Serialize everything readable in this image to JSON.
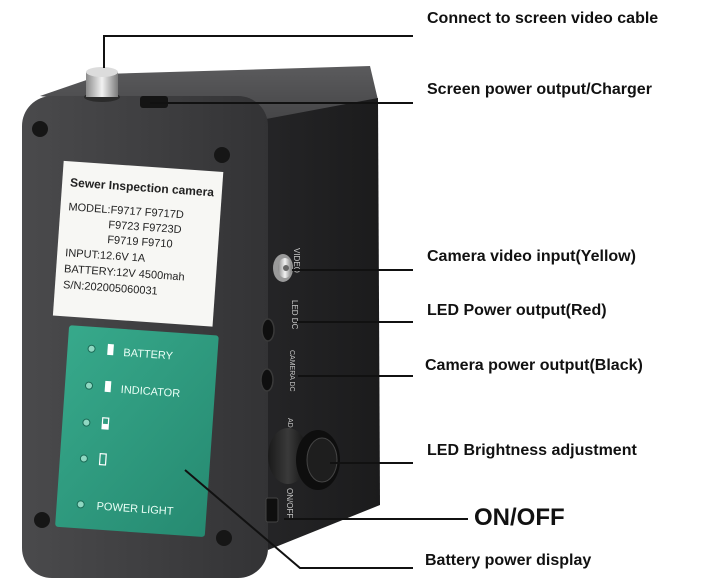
{
  "callouts": {
    "connect_video_cable": "Connect to screen video cable",
    "screen_power_output": "Screen power output/Charger",
    "camera_video_input": "Camera video input(Yellow)",
    "led_power_output": "LED Power output(Red)",
    "camera_power_output": "Camera power output(Black)",
    "led_brightness": "LED Brightness adjustment",
    "on_off": "ON/OFF",
    "battery_power_display": "Battery power display"
  },
  "sticker": {
    "title": "Sewer Inspection camera",
    "model_line1": "MODEL:F9717  F9717D",
    "model_line2": "F9723  F9723D",
    "model_line3": "F9719  F9710",
    "input": "INPUT:12.6V 1A",
    "battery": "BATTERY:12V  4500mah",
    "serial": "S/N:202005060031"
  },
  "panel": {
    "row1": "BATTERY",
    "row2": "INDICATOR",
    "row5": "POWER LIGHT"
  },
  "ports": {
    "video": "VIDEO",
    "led_dc": "LED  DC",
    "camera_dc": "CAMERA  DC",
    "adjust": "ADJUST",
    "onoff": "ON/OFF"
  },
  "colors": {
    "body": "#3d3d3f",
    "side": "#2a2a2c",
    "panel": "#2f9d82",
    "sticker": "#f7f7f4"
  }
}
